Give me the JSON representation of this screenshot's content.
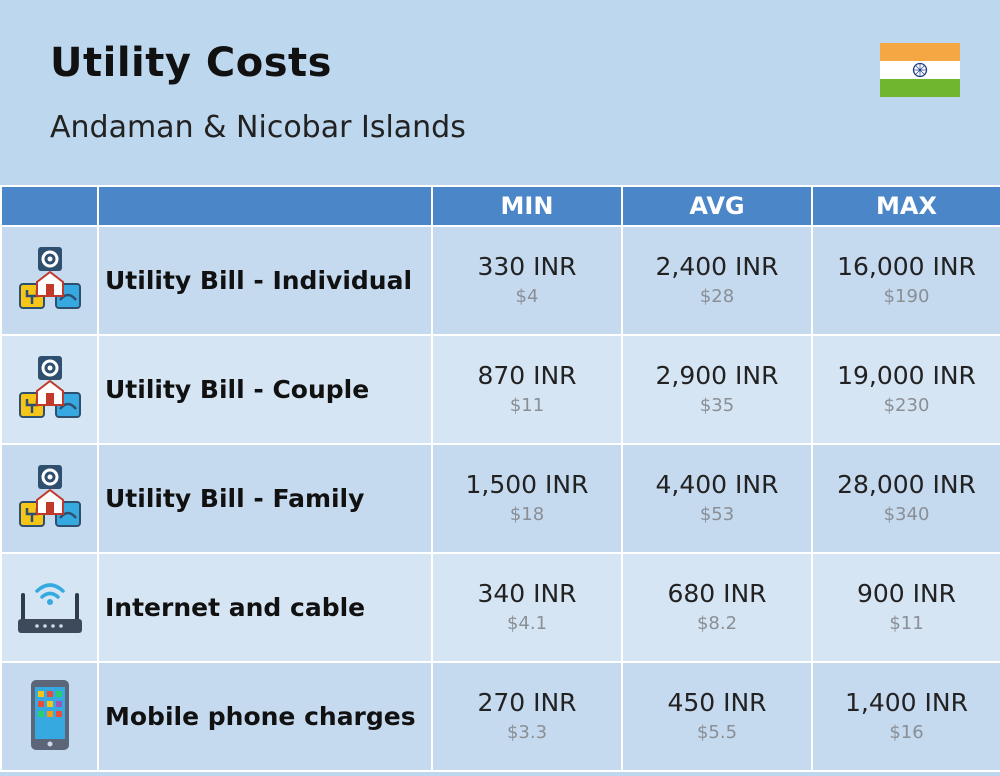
{
  "header": {
    "title": "Utility Costs",
    "subtitle": "Andaman & Nicobar Islands",
    "flag_icon": "india-flag-icon"
  },
  "columns": {
    "min": "MIN",
    "avg": "AVG",
    "max": "MAX"
  },
  "colors": {
    "header_bar": "#4a86c8",
    "background": "#bdd7ee"
  },
  "rows": [
    {
      "label": "Utility Bill - Individual",
      "icon": "utilities-icon",
      "min_inr": "330 INR",
      "min_usd": "$4",
      "avg_inr": "2,400 INR",
      "avg_usd": "$28",
      "max_inr": "16,000 INR",
      "max_usd": "$190"
    },
    {
      "label": "Utility Bill - Couple",
      "icon": "utilities-icon",
      "min_inr": "870 INR",
      "min_usd": "$11",
      "avg_inr": "2,900 INR",
      "avg_usd": "$35",
      "max_inr": "19,000 INR",
      "max_usd": "$230"
    },
    {
      "label": "Utility Bill - Family",
      "icon": "utilities-icon",
      "min_inr": "1,500 INR",
      "min_usd": "$18",
      "avg_inr": "4,400 INR",
      "avg_usd": "$53",
      "max_inr": "28,000 INR",
      "max_usd": "$340"
    },
    {
      "label": "Internet and cable",
      "icon": "wifi-router-icon",
      "min_inr": "340 INR",
      "min_usd": "$4.1",
      "avg_inr": "680 INR",
      "avg_usd": "$8.2",
      "max_inr": "900 INR",
      "max_usd": "$11"
    },
    {
      "label": "Mobile phone charges",
      "icon": "mobile-phone-icon",
      "min_inr": "270 INR",
      "min_usd": "$3.3",
      "avg_inr": "450 INR",
      "avg_usd": "$5.5",
      "max_inr": "1,400 INR",
      "max_usd": "$16"
    }
  ]
}
